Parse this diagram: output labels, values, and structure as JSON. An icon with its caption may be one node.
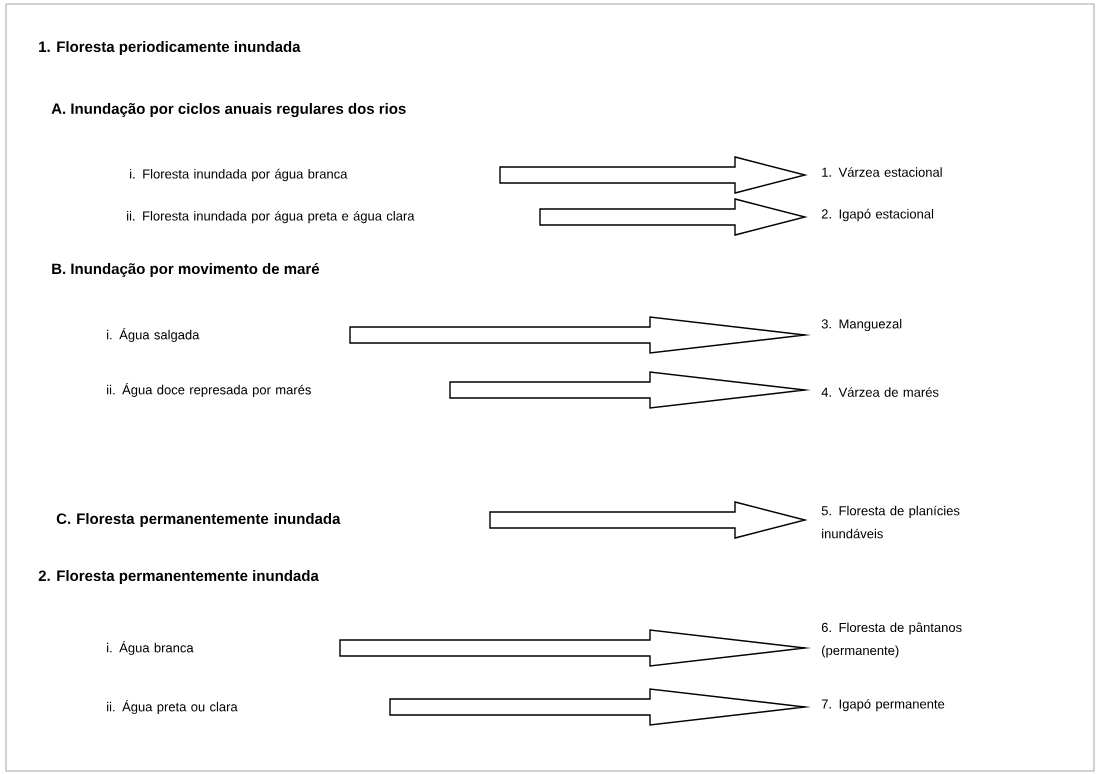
{
  "diagram": {
    "nodes": [
      {
        "text": [
          "i. Floresta inundada por água branca"
        ]
      },
      {
        "text": [
          "1. Várzea estacional"
        ]
      },
      {
        "text": [
          "ii. Floresta inundada por água preta e água clara"
        ]
      },
      {
        "text": [
          "2. Igapó estacional"
        ]
      },
      {
        "text": [
          "i. Água salgada"
        ]
      },
      {
        "text": [
          "3. Manguezal"
        ]
      },
      {
        "text": [
          "ii. Água doce represada por marés"
        ]
      },
      {
        "text": [
          "4. Várzea de marés"
        ]
      },
      {
        "text": [
          "C. Floresta permanentemente inundada"
        ]
      },
      {
        "text": [
          "5. Floresta de planícies inundáveis"
        ]
      },
      {
        "text": [
          "i. Água branca"
        ]
      },
      {
        "text": [
          "6. Floresta de pântanos (permanente)"
        ]
      },
      {
        "text": [
          "ii. Água preta ou clara"
        ]
      },
      {
        "text": [
          "7. Igapó permanente"
        ]
      }
    ],
    "edges": [
      {
        "from": 0,
        "to": 1,
        "arrow": "to"
      },
      {
        "from": 2,
        "to": 3,
        "arrow": "to"
      },
      {
        "from": 4,
        "to": 5,
        "arrow": "to"
      },
      {
        "from": 6,
        "to": 7,
        "arrow": "to"
      },
      {
        "from": 8,
        "to": 9,
        "arrow": "to"
      },
      {
        "from": 10,
        "to": 11,
        "arrow": "to"
      },
      {
        "from": 12,
        "to": 13,
        "arrow": "to"
      }
    ],
    "labels": [
      "1. Floresta periodicamente inundada",
      "A. Inundação por ciclos anuais regulares dos rios",
      "B. Inundação por movimento de maré",
      "2. Floresta permanentemente inundada"
    ]
  }
}
